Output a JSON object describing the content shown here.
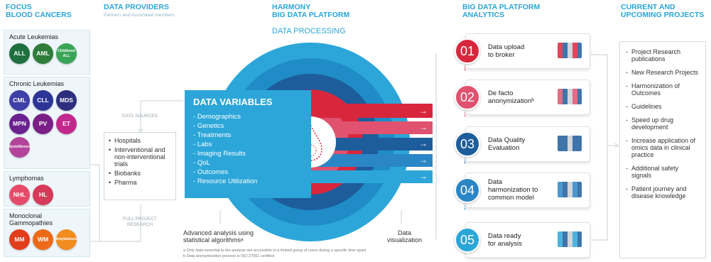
{
  "headers": {
    "focus": "FOCUS\nBLOOD CANCERS",
    "providers": "DATA  PROVIDERS",
    "providers_sub": "Partners and Associated members",
    "harmony": "HARMONY\nBIG DATA PLATFORM",
    "processing": "DATA PROCESSING",
    "analytics": "BIG DATA PLATFORM\nANALYTICS",
    "projects": "CURRENT AND\nUPCOMING PROJECTS"
  },
  "cancer_groups": [
    {
      "title": "Acute Leukemias",
      "items": [
        {
          "label": "ALL",
          "color": "#1f6f3f"
        },
        {
          "label": "AML",
          "color": "#2f7d3b"
        },
        {
          "label": "Childhood ALL",
          "color": "#3aa457"
        }
      ]
    },
    {
      "title": "Chronic Leukemias",
      "items": [
        {
          "label": "CML",
          "color": "#3e3fa8"
        },
        {
          "label": "CLL",
          "color": "#2c3596"
        },
        {
          "label": "MDS",
          "color": "#2d2f7e"
        },
        {
          "label": "MPN",
          "color": "#6b2190"
        },
        {
          "label": "PV",
          "color": "#7a1f86"
        },
        {
          "label": "ET",
          "color": "#c2288c"
        },
        {
          "label": "Myelofibrosis",
          "color": "#b3449a"
        }
      ]
    },
    {
      "title": "Lymphomas",
      "items": [
        {
          "label": "NHL",
          "color": "#e64c6a"
        },
        {
          "label": "HL",
          "color": "#d63a58"
        }
      ]
    },
    {
      "title": "Monoclonal\nGammopathies",
      "items": [
        {
          "label": "MM",
          "color": "#e23e1c"
        },
        {
          "label": "WM",
          "color": "#ee6a19"
        },
        {
          "label": "Amyloidosis",
          "color": "#f28c1e"
        }
      ]
    }
  ],
  "data_sources_label": "DATA SOURCES",
  "full_project_label": "FULL PROJECT\nRESEARCH",
  "providers": [
    "Hospitals",
    "Interventional and non-interventional trials",
    "Biobanks",
    "Pharma"
  ],
  "data_variables": {
    "title": "DATA VARIABLES",
    "items": [
      "Demographics",
      "Genetics",
      "Treatments",
      "Labs",
      "Imaging Results",
      "QoL",
      "Outcomes",
      "Resource Utilization"
    ]
  },
  "bottom_labels": {
    "advanced": "Advanced analysis using\nstatistical algorithmsᵃ",
    "visualization": "Data\nvisualization",
    "footnote_a": "a   Only data essential to the analysis are accessible to a limited group of users during a specific time spanl",
    "footnote_b": "b   Data anonymization process is ISO 27001 certified"
  },
  "steps": [
    {
      "num": "01",
      "label": "Data upload\nto broker",
      "color": "#d8273d"
    },
    {
      "num": "02",
      "label": "De facto\nanonymizationᵇ",
      "color": "#e0526f"
    },
    {
      "num": "03",
      "label": "Data Quality\nEvaluation",
      "color": "#1d5d9b"
    },
    {
      "num": "04",
      "label": "Data\nharmonization to\ncommon model",
      "color": "#2b86c6"
    },
    {
      "num": "05",
      "label": "Data ready\nfor analysis",
      "color": "#2ca6d9"
    }
  ],
  "projects": [
    "Project Research publications",
    "New Research Projects",
    "Harmonization of Outcomes",
    "Guidelines",
    "Speed up drug development",
    "Increase application of omics data in clinical practice",
    "Additional safety signals",
    "Patient journey and disease knowledge"
  ]
}
